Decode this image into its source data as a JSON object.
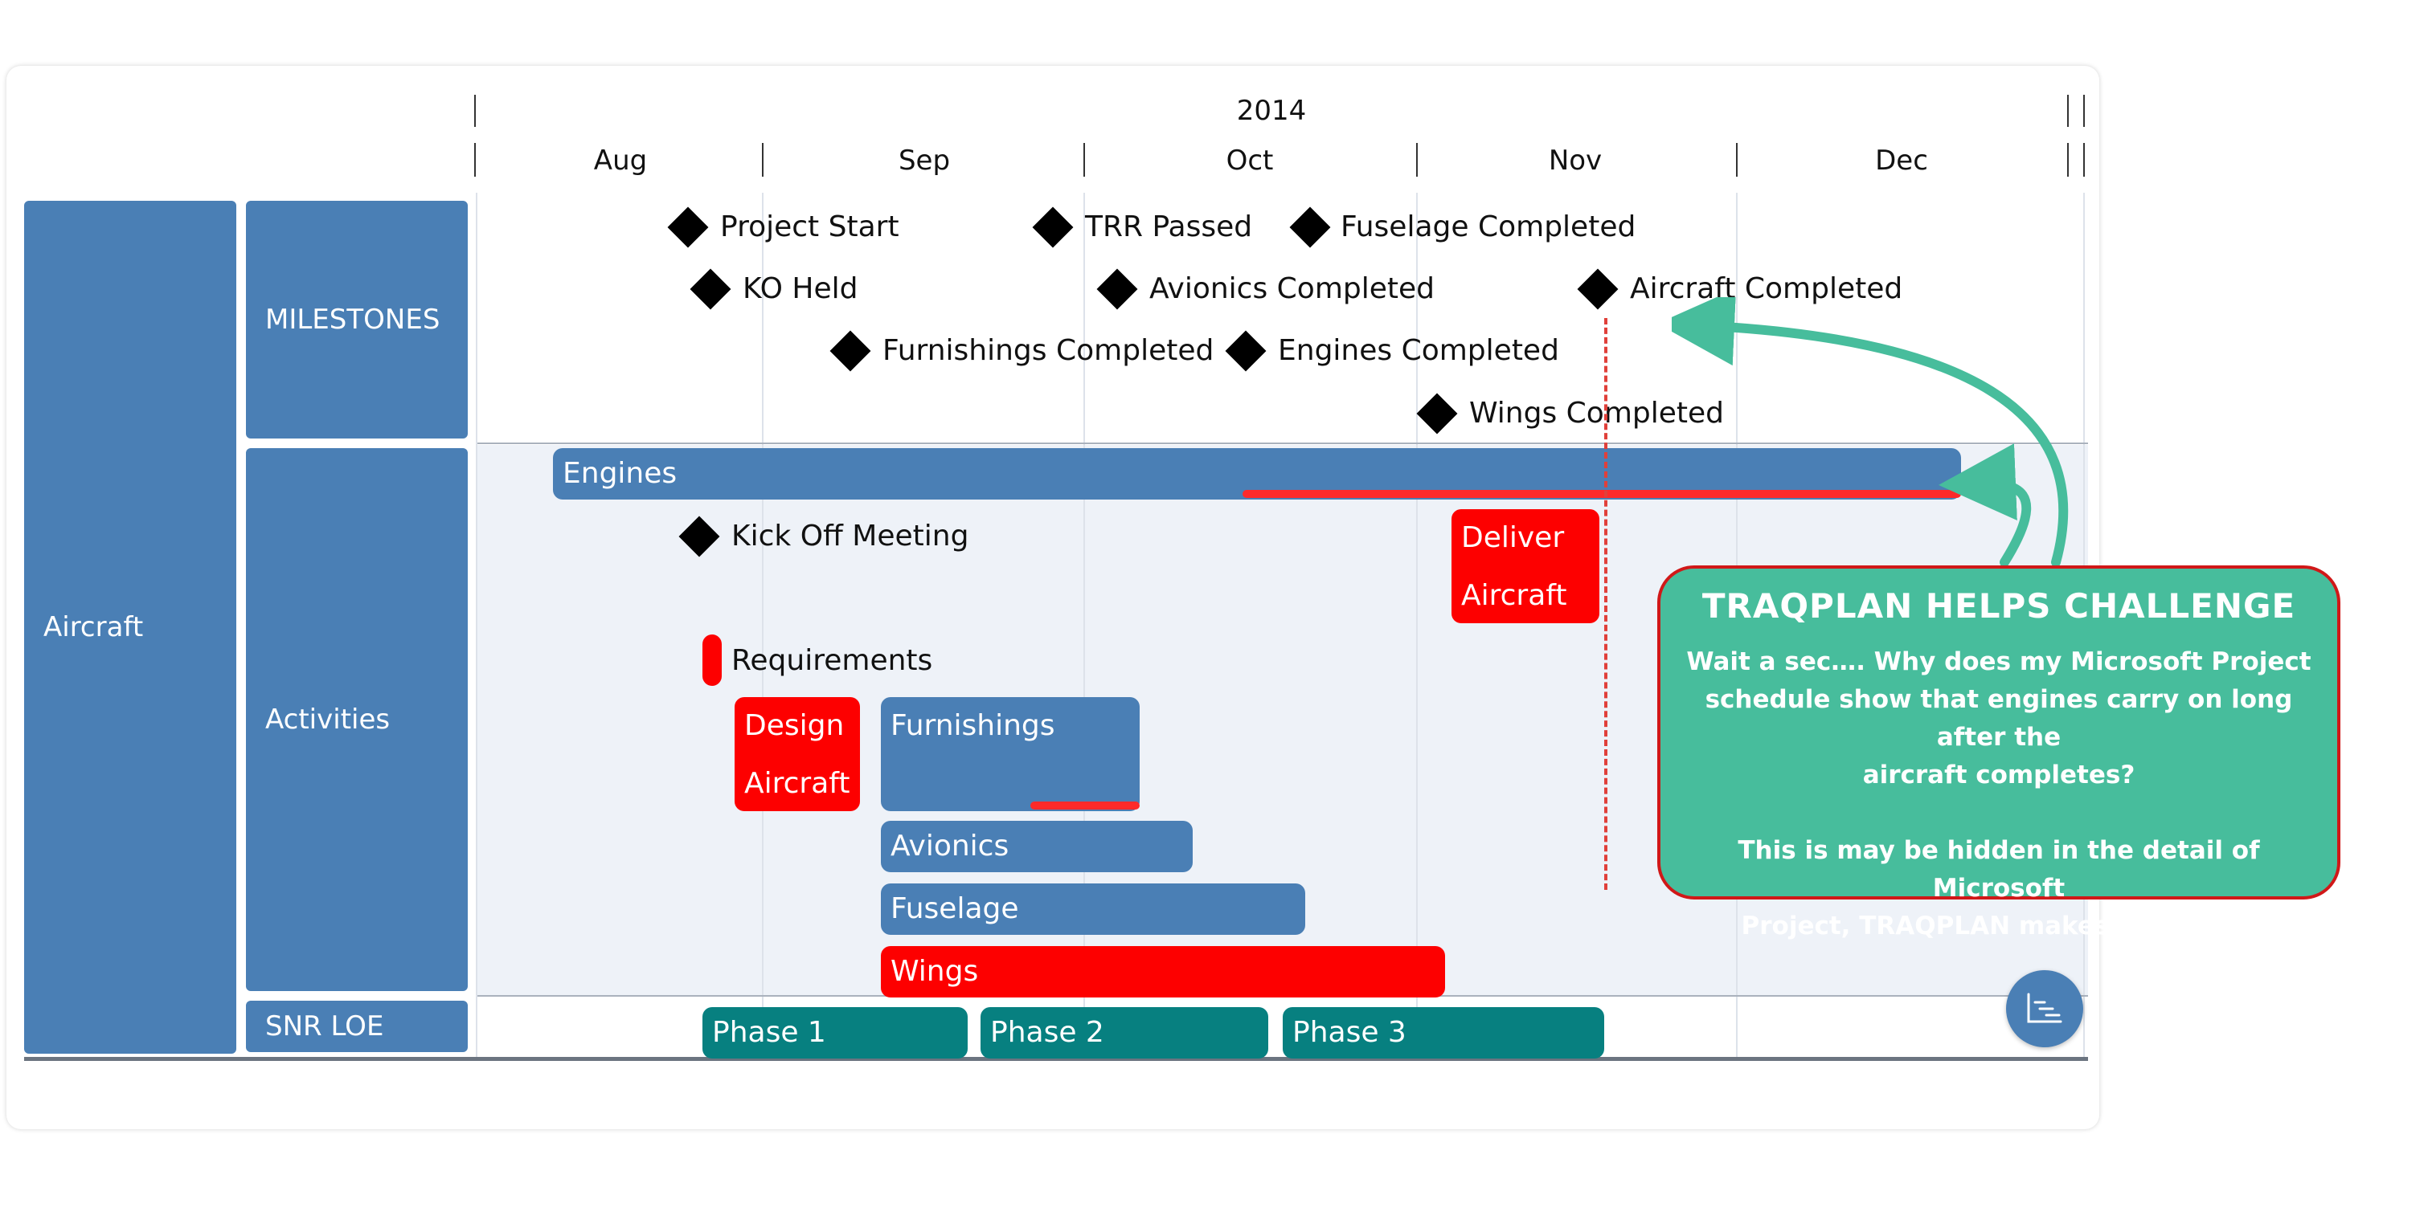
{
  "header": {
    "year": "2014",
    "months": [
      "Aug",
      "Sep",
      "Oct",
      "Nov",
      "Dec"
    ]
  },
  "rows": {
    "aircraft": "Aircraft",
    "milestones": "MILESTONES",
    "activities": "Activities",
    "snr_loe": "SNR LOE"
  },
  "milestones": [
    "Project Start",
    "TRR Passed",
    "Fuselage Completed",
    "KO Held",
    "Avionics Completed",
    "Aircraft Completed",
    "Furnishings Completed",
    "Engines Completed",
    "Wings Completed"
  ],
  "activities": {
    "engines": "Engines",
    "kick_off": "Kick Off Meeting",
    "deliver_1": "Deliver",
    "deliver_2": "Aircraft",
    "requirements": "Requirements",
    "design_1": "Design",
    "design_2": "Aircraft",
    "furnishings": "Furnishings",
    "avionics": "Avionics",
    "fuselage": "Fuselage",
    "wings": "Wings"
  },
  "loe": [
    "Phase 1",
    "Phase 2",
    "Phase 3"
  ],
  "callout": {
    "title": "TRAQPLAN HELPS CHALLENGE",
    "line1": "Wait a sec….  Why does my Microsoft Project",
    "line2": "schedule show that engines carry on long after the",
    "line3": "aircraft completes?",
    "line4": "This is may be hidden in the detail of  Microsoft",
    "line5": "Project, TRAQPLAN makes it obvious"
  },
  "colors": {
    "primary_blue": "#4a7fb5",
    "alert_red": "#fd0000",
    "teal": "#078080",
    "callout_green": "#47bd9c"
  },
  "icons": {
    "fab": "gantt-chart-icon"
  }
}
